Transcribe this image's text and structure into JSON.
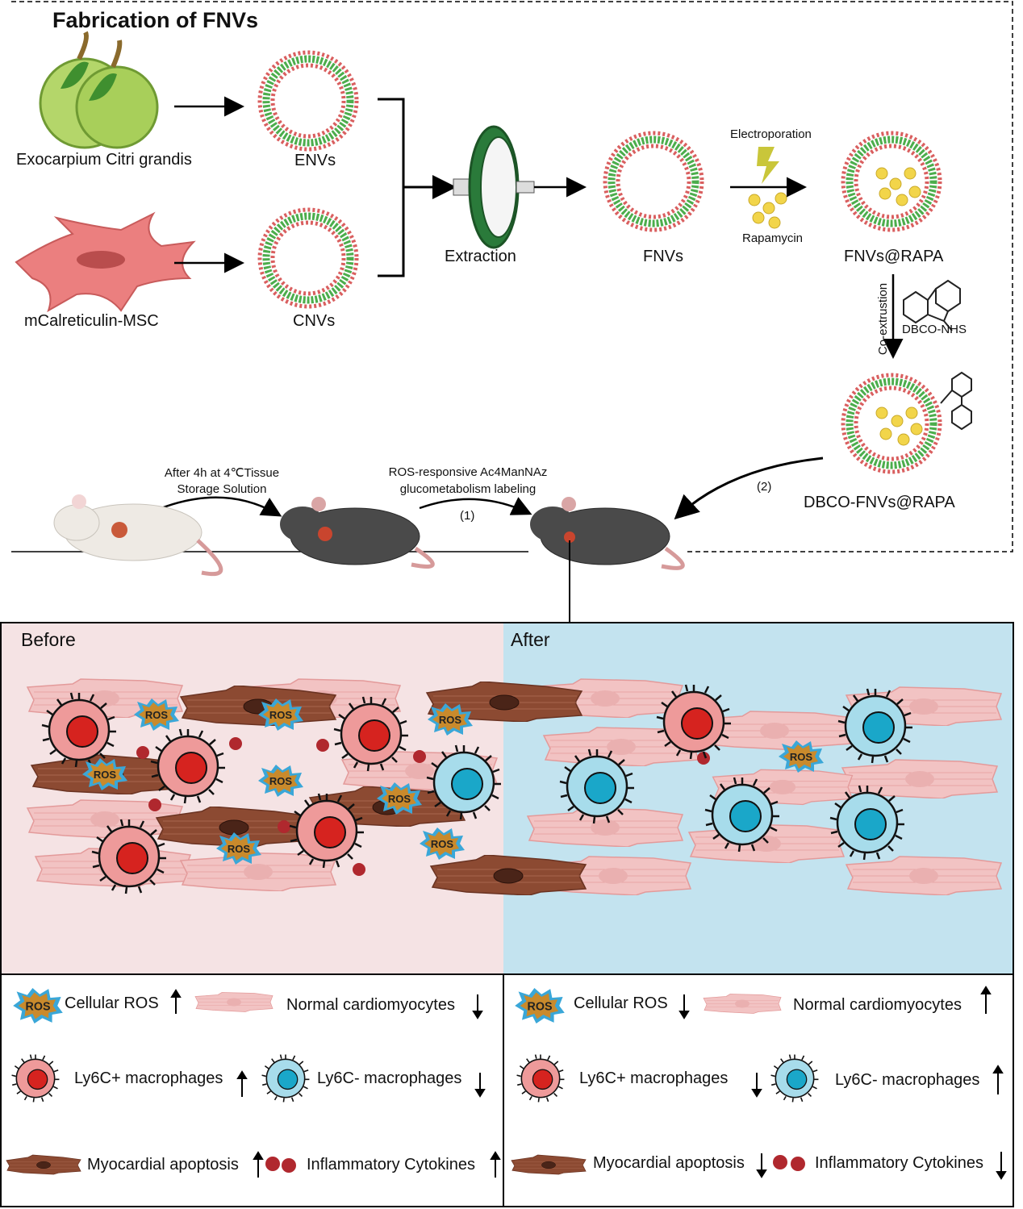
{
  "fabrication": {
    "title": "Fabrication of FNVs",
    "source_label": "Exocarpium Citri grandis",
    "env_label": "ENVs",
    "cell_label": "mCalreticulin-MSC",
    "cnv_label": "CNVs",
    "extraction_label": "Extraction",
    "fnv_label": "FNVs",
    "electroporation_label": "Electroporation",
    "rapamycin_label": "Rapamycin",
    "fnv_rapa_label": "FNVs@RAPA",
    "coextrusion_label": "Co-extrustion",
    "dbco_nhs_label": "DBCO-NHS",
    "dbco_fnv_label": "DBCO-FNVs@RAPA",
    "storage_label_line1": "After 4h at 4℃Tissue",
    "storage_label_line2": "Storage Solution",
    "labeling_label_line1": "ROS-responsive Ac4ManNAz",
    "labeling_label_line2": "glucometabolism labeling",
    "step1": "(1)",
    "step2": "(2)"
  },
  "panels": {
    "before_title": "Before",
    "after_title": "After",
    "ros_tag": "ROS",
    "before_bg": "#f5e3e4",
    "after_bg": "#c3e3ef"
  },
  "legend_before": {
    "ros": "Cellular ROS",
    "normal": "Normal cardiomyocytes",
    "ly6c_pos": "Ly6C+ macrophages",
    "ly6c_neg": "Ly6C- macrophages",
    "apoptosis": "Myocardial apoptosis",
    "cytokines": "Inflammatory Cytokines"
  },
  "legend_after": {
    "ros": "Cellular ROS",
    "normal": "Normal cardiomyocytes",
    "ly6c_pos": "Ly6C+ macrophages",
    "ly6c_neg": "Ly6C- macrophages",
    "apoptosis": "Myocardial apoptosis",
    "cytokines": "Inflammatory Cytokines"
  },
  "colors": {
    "ros_fill": "#c98a2c",
    "ros_burst": "#3aa7d8",
    "m1_fill": "#e0443e",
    "m2_fill": "#2db3d0",
    "apoptotic": "#8c4a32",
    "normal_cm": "#f2c3c3",
    "vesicle_green": "#4cad4c",
    "vesicle_red": "#d95f5f"
  }
}
